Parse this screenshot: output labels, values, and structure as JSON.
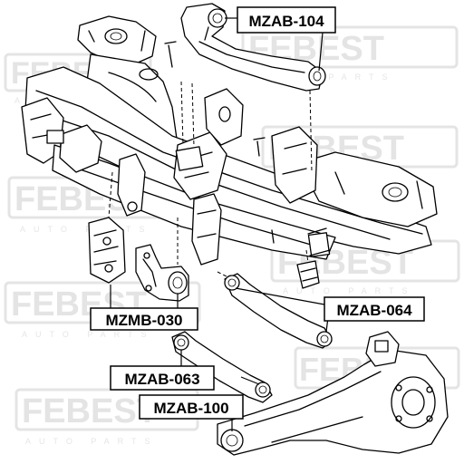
{
  "watermark": {
    "brand": "FEBEST",
    "tagline": "AUTO PARTS"
  },
  "labels": [
    {
      "id": "mzab-104",
      "text": "MZAB-104"
    },
    {
      "id": "mzmb-030",
      "text": "MZMB-030"
    },
    {
      "id": "mzab-064",
      "text": "MZAB-064"
    },
    {
      "id": "mzab-063",
      "text": "MZAB-063"
    },
    {
      "id": "mzab-100",
      "text": "MZAB-100"
    }
  ]
}
